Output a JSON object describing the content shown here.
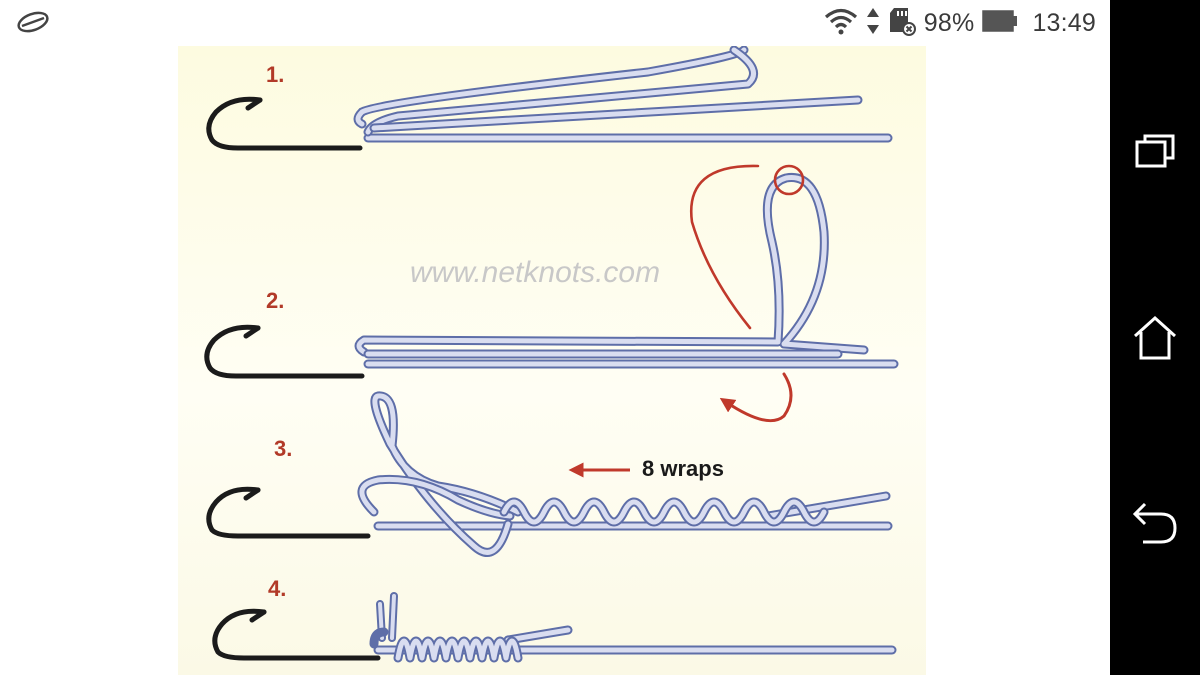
{
  "status_bar": {
    "battery_level": "98%",
    "time": "13:49",
    "icons": [
      "app-notification-icon",
      "wifi-icon",
      "data-transfer-icon",
      "sd-card-icon",
      "battery-icon"
    ]
  },
  "figure": {
    "steps": [
      "1.",
      "2.",
      "3.",
      "4."
    ],
    "watermark": "www.netknots.com",
    "annotation": "8 wraps"
  },
  "nav_bar": {
    "buttons": [
      "recent-apps-icon",
      "home-icon",
      "back-icon"
    ]
  },
  "colors": {
    "line_fill": "#d9ddf0",
    "line_stroke": "#5e6ea8",
    "hook": "#1b1b1b",
    "accent_red": "#c0392b",
    "background_top": "#fdfbe0"
  }
}
